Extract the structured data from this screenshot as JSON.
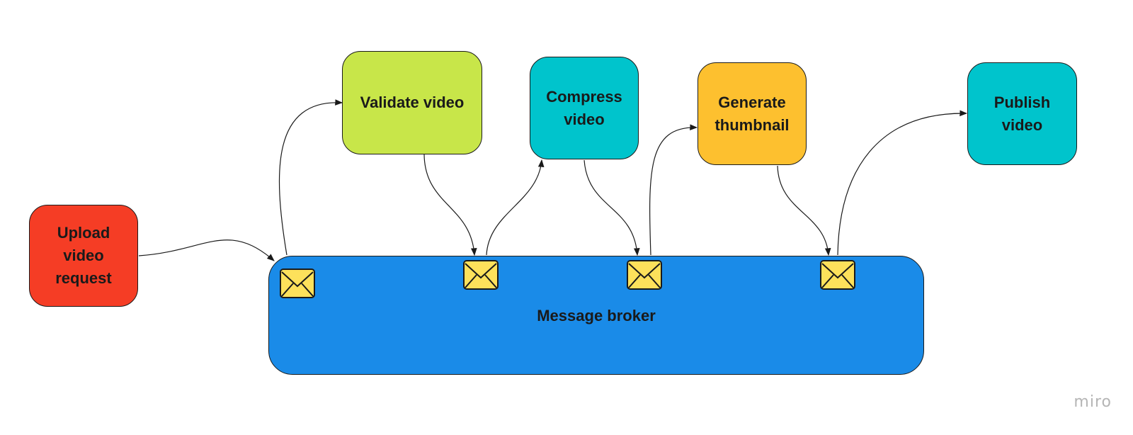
{
  "nodes": {
    "upload": {
      "label": "Upload\nvideo\nrequest",
      "color": "#f53d25"
    },
    "validate": {
      "label": "Validate video",
      "color": "#c8e649"
    },
    "compress": {
      "label": "Compress\nvideo",
      "color": "#00c4cc"
    },
    "thumbnail": {
      "label": "Generate\nthumbnail",
      "color": "#fdc02f"
    },
    "publish": {
      "label": "Publish\nvideo",
      "color": "#00c4cc"
    },
    "broker": {
      "label": "Message broker",
      "color": "#1a8be8"
    }
  },
  "message_icon": "envelope-icon",
  "message_icon_color": "#fde15b",
  "watermark": "miro"
}
